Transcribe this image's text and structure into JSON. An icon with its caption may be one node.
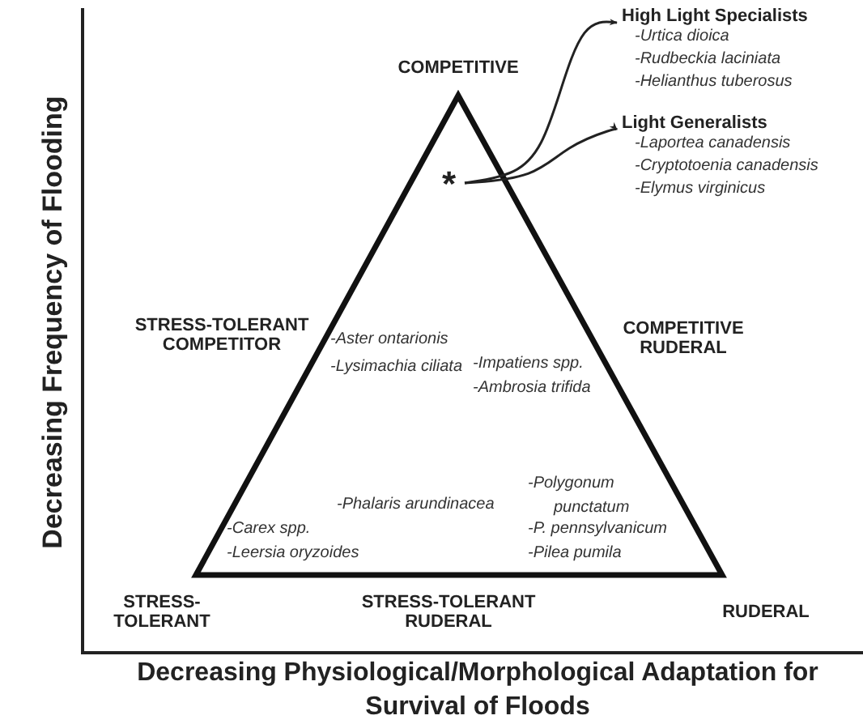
{
  "diagram": {
    "nodes": [
      {
        "text": [
          "*"
        ]
      },
      {
        "text": [
          "High Light Specialists",
          "-Urtica dioica",
          "-Rudbeckia laciniata",
          "-Helianthus tuberosus"
        ]
      },
      {
        "text": [
          "Light Generalists",
          "-Laportea canadensis",
          "-Cryptotoenia canadensis",
          "-Elymus virginicus"
        ]
      }
    ],
    "edges": [
      {
        "from": 0,
        "to": 1,
        "arrow": "to"
      },
      {
        "from": 0,
        "to": 2,
        "arrow": "to"
      }
    ],
    "labels": [
      "Decreasing Frequency of Flooding",
      "COMPETITIVE",
      "STRESS-TOLERANT COMPETITOR",
      "-Aster ontarionis",
      "-Lysimachia ciliata",
      "-*Impatiens* spp.",
      "-Ambrosia trifida",
      "COMPETITIVE RUDERAL",
      "-Polygonum punctatum",
      "-Phalaris arundinacea",
      "-*Carex* spp.",
      "-P. pennsylvanicum",
      "-Leersia oryzoides",
      "-Pilea pumila",
      "STRESS-TOLERANT",
      "STRESS-TOLERANT RUDERAL",
      "RUDERAL",
      "Decreasing Physiological/Morphological Adaptation for Survival of Floods"
    ]
  }
}
